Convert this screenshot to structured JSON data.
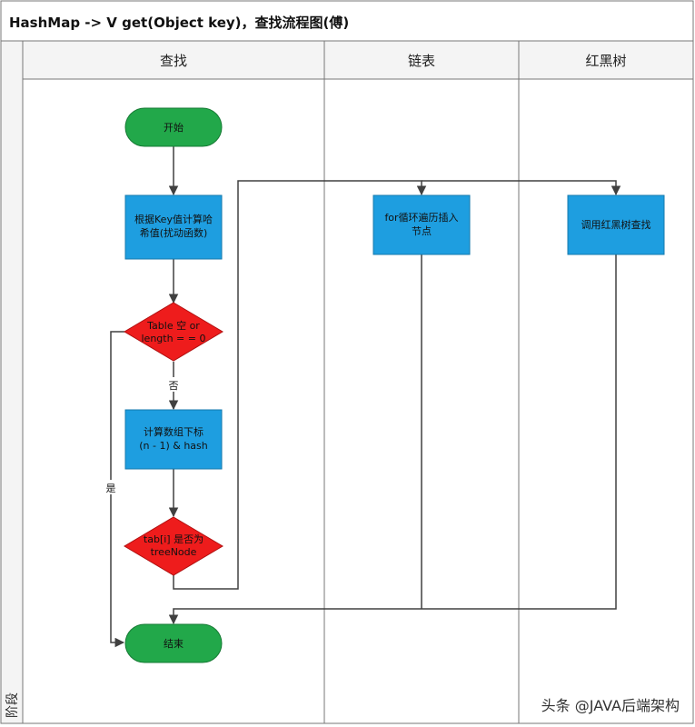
{
  "title": "HashMap ->  V get(Object key)，查找流程图(傅)",
  "phase_label": "阶段",
  "lanes": [
    "查找",
    "链表",
    "红黑树"
  ],
  "nodes": {
    "start": "开始",
    "hash": [
      "根据Key值计算哈",
      "希值(扰动函数)"
    ],
    "table_check": [
      "Table 空 or",
      "length = = 0"
    ],
    "index": [
      "计算数组下标",
      "(n - 1) & hash"
    ],
    "tree_check": [
      "tab[i] 是否为",
      "treeNode"
    ],
    "end": "结束",
    "list_loop": [
      "for循环遍历插入",
      "节点"
    ],
    "tree_find": "调用红黑树查找"
  },
  "edge_labels": {
    "no": "否",
    "yes": "是"
  },
  "watermark": "头条 @JAVA后端架构",
  "colors": {
    "terminal": "#22a84a",
    "process": "#1e9ee0",
    "decision": "#ee1c1c",
    "lines": "#404040"
  }
}
